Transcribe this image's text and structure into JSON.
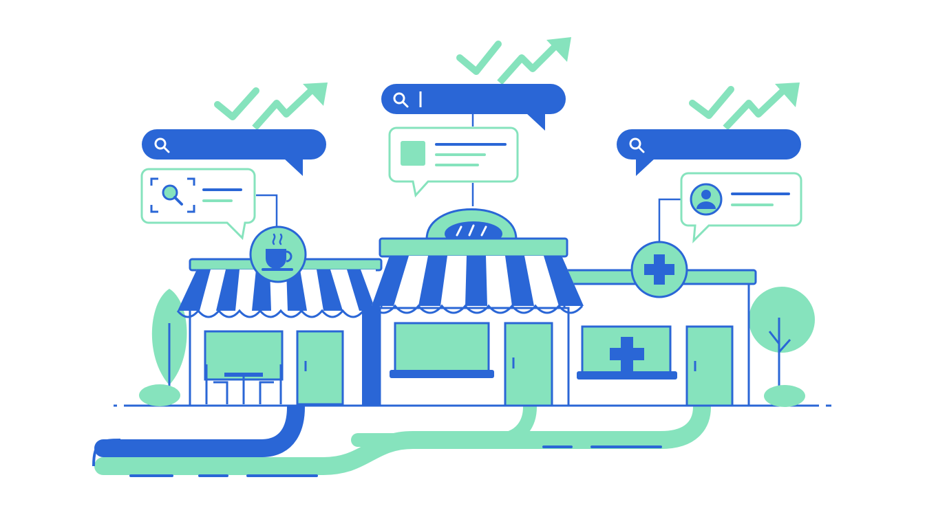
{
  "colors": {
    "blue": "#2a66d6",
    "mint": "#86e3bd",
    "mint_dark": "#6fd6ad",
    "white": "#ffffff",
    "background": "#ffffff"
  },
  "search_bars": [
    {
      "name": "search-bar-left",
      "icon": "search-icon",
      "text": ""
    },
    {
      "name": "search-bar-center",
      "icon": "search-icon",
      "text": "",
      "cursor": true
    },
    {
      "name": "search-bar-right",
      "icon": "search-icon",
      "text": ""
    }
  ],
  "result_cards": [
    {
      "name": "result-card-left",
      "icon": "search-focus-icon"
    },
    {
      "name": "result-card-center",
      "icon": "image-thumbnail-icon"
    },
    {
      "name": "result-card-right",
      "icon": "user-avatar-icon"
    }
  ],
  "storefronts": [
    {
      "name": "cafe-storefront",
      "badge_icon": "coffee-cup-icon"
    },
    {
      "name": "bakery-storefront",
      "badge_icon": "bread-icon"
    },
    {
      "name": "pharmacy-storefront",
      "badge_icon": "medical-cross-icon"
    }
  ],
  "trend_indicators": [
    "check-icon",
    "trending-up-arrow-icon"
  ]
}
